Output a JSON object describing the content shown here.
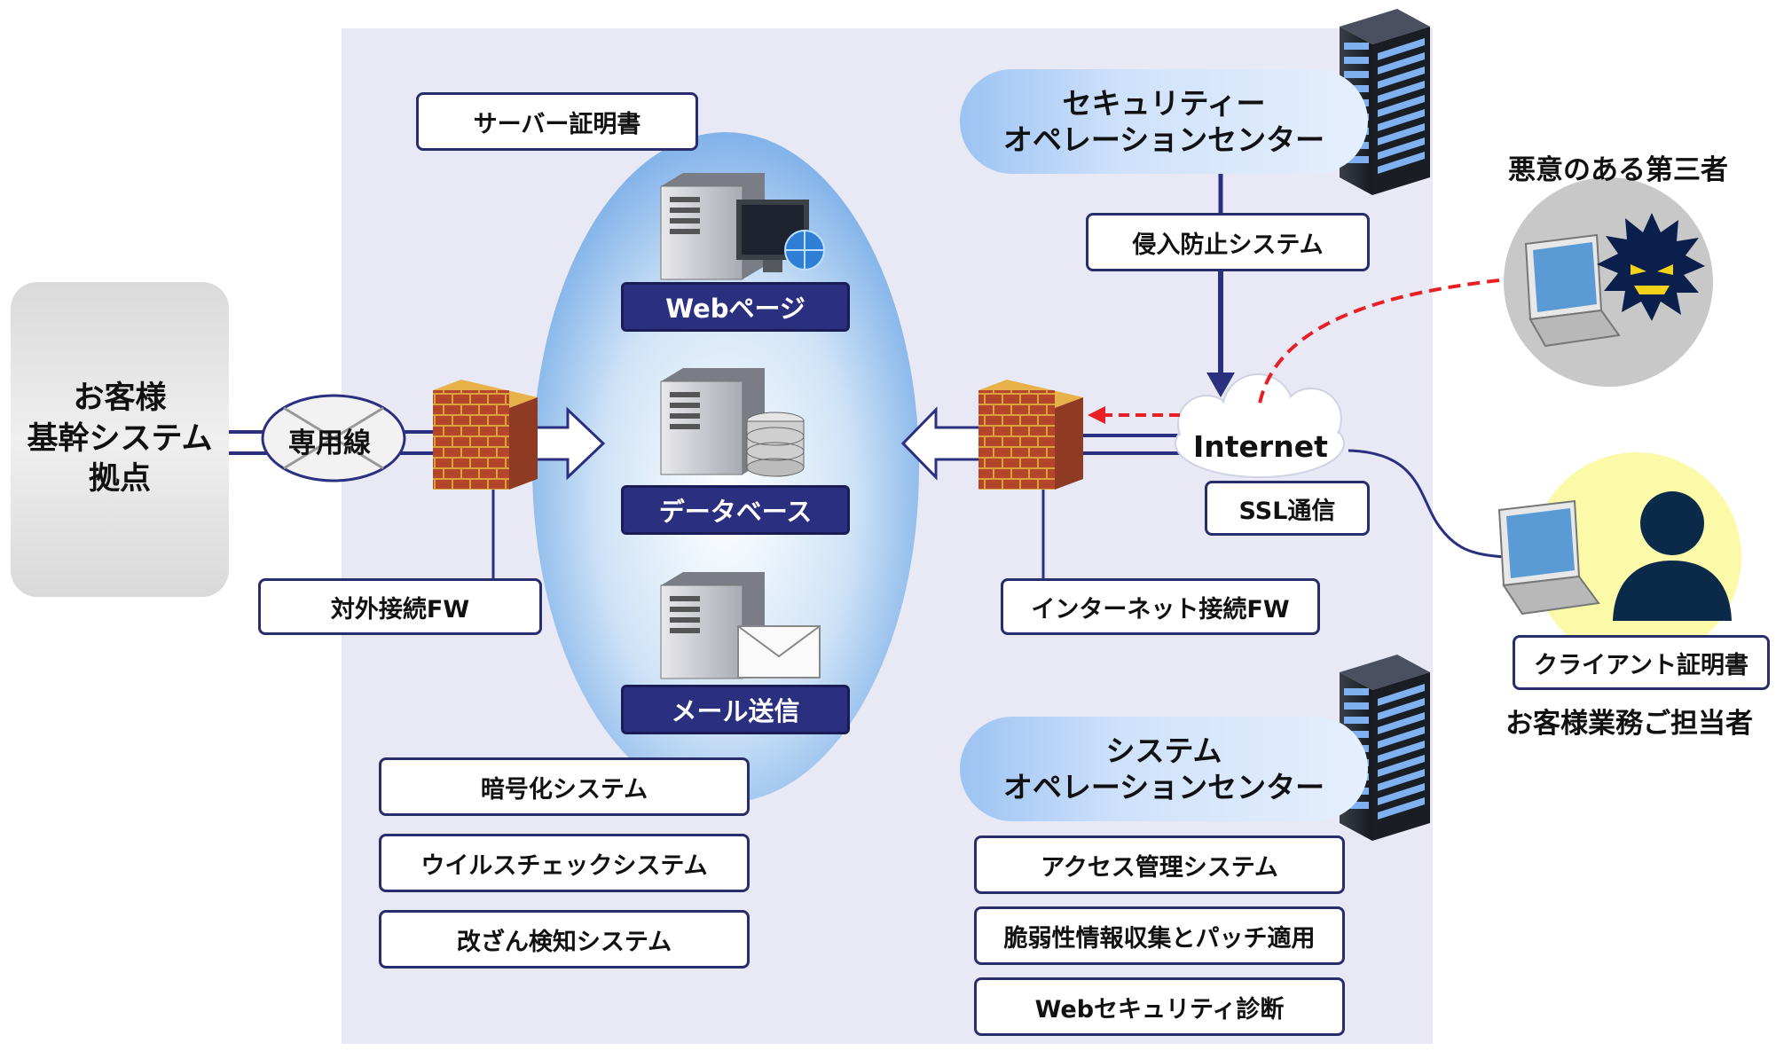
{
  "customer_site": {
    "line1": "お客様",
    "line2": "基幹システム",
    "line3": "拠点"
  },
  "dedicated_line": "専用線",
  "server_certificate": "サーバー証明書",
  "web_page": "Webページ",
  "database": "データベース",
  "mail_send": "メール送信",
  "external_fw": "対外接続FW",
  "internet_fw": "インターネット接続FW",
  "internet": "Internet",
  "ssl": "SSL通信",
  "soc": {
    "line1": "セキュリティー",
    "line2": "オペレーションセンター"
  },
  "ips": "侵入防止システム",
  "attacker": "悪意のある第三者",
  "client_certificate": "クライアント証明書",
  "operator": "お客様業務ご担当者",
  "sys_oc": {
    "line1": "システム",
    "line2": "オペレーションセンター"
  },
  "left_systems": [
    "暗号化システム",
    "ウイルスチェックシステム",
    "改ざん検知システム"
  ],
  "right_systems": [
    "アクセス管理システム",
    "脆弱性情報収集とパッチ適用",
    "Webセキュリティ診断"
  ],
  "colors": {
    "navy": "#2b2f80",
    "panel": "#e9e9f6",
    "attack_line": "#e81f25",
    "client_bg": "#fafaa8"
  }
}
